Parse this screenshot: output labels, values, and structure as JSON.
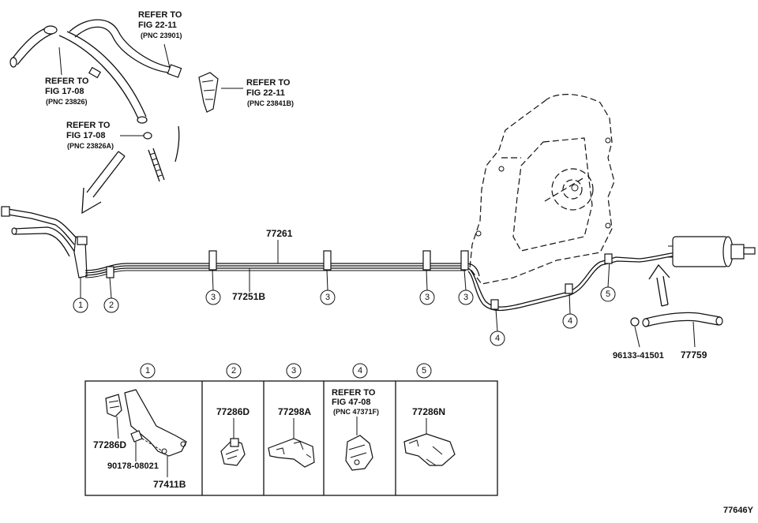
{
  "refs": {
    "fig2211_a": {
      "line1": "REFER TO",
      "line2": "FIG 22-11",
      "line3": "(PNC 23901)"
    },
    "fig2211_b": {
      "line1": "REFER TO",
      "line2": "FIG 22-11",
      "line3": "(PNC 23841B)"
    },
    "fig1708_a": {
      "line1": "REFER TO",
      "line2": "FIG 17-08",
      "line3": "(PNC 23826)"
    },
    "fig1708_b": {
      "line1": "REFER TO",
      "line2": "FIG 17-08",
      "line3": "(PNC 23826A)"
    },
    "fig4708": {
      "line1": "REFER TO",
      "line2": "FIG 47-08",
      "line3": "(PNC 47371F)"
    }
  },
  "parts": {
    "p77261": "77261",
    "p77251B": "77251B",
    "p96133": "96133-41501",
    "p77759": "77759",
    "p77286D_a": "77286D",
    "p90178": "90178-08021",
    "p77411B": "77411B",
    "p77286D_b": "77286D",
    "p77298A": "77298A",
    "p77286N": "77286N"
  },
  "callouts": {
    "c1": "1",
    "c2": "2",
    "c3": "3",
    "c4": "4",
    "c5": "5"
  },
  "drawing_number": "77646Y"
}
